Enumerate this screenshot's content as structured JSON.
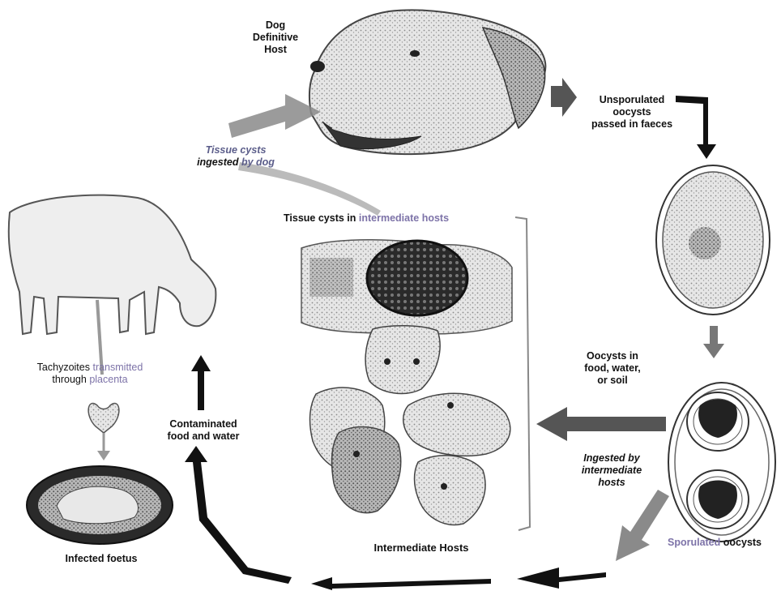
{
  "labels": {
    "dog_line1": "Dog",
    "dog_line2": "Definitive",
    "dog_line3": "Host",
    "unsporulated_line1": "Unsporulated",
    "unsporulated_line2": "oocysts",
    "unsporulated_line3": "passed in faeces",
    "tissue_cysts_dog_1": "Tissue cysts",
    "tissue_cysts_dog_2a": "ingested",
    "tissue_cysts_dog_2b": "by dog",
    "tissue_cysts_intermediate_a": "Tissue cysts in",
    "tissue_cysts_intermediate_b": "intermediate hosts",
    "oocysts_food_1": "Oocysts in",
    "oocysts_food_2": "food, water,",
    "oocysts_food_3": "or soil",
    "ingested_intermediate_1": "Ingested by",
    "ingested_intermediate_2": "intermediate",
    "ingested_intermediate_3": "hosts",
    "sporulated_a": "Sporulated",
    "sporulated_b": "oocysts",
    "intermediate_hosts": "Intermediate Hosts",
    "tachyzoites_a": "Tachyzoites",
    "tachyzoites_b": "transmitted",
    "tachyzoites_c": "through",
    "tachyzoites_d": "placenta",
    "contaminated_1": "Contaminated",
    "contaminated_2": "food and water",
    "infected_foetus": "Infected foetus"
  },
  "colors": {
    "ink": "#111111",
    "highlight": "#7d73a8",
    "arrow_gray": "#6f6f6f"
  }
}
